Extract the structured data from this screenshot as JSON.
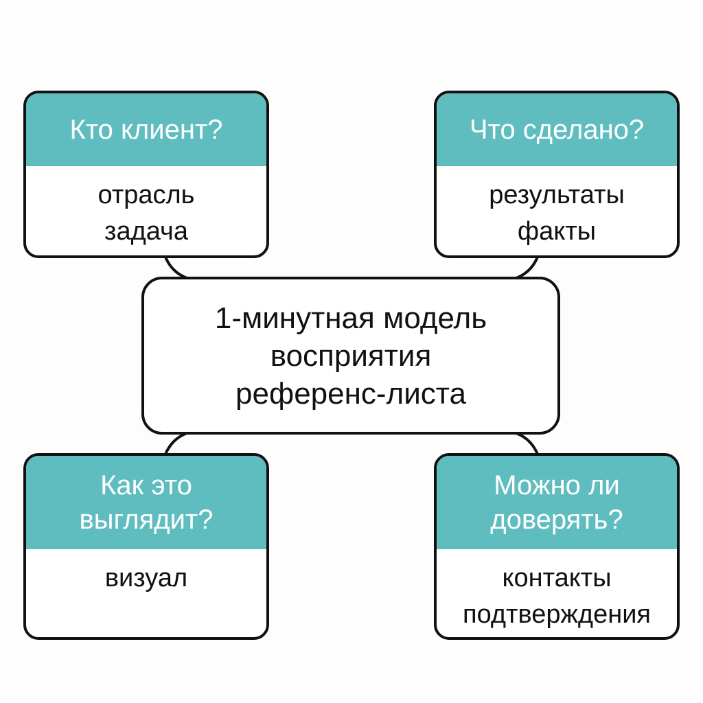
{
  "diagram": {
    "center": {
      "lines": [
        "1-минутная модель",
        "восприятия",
        "референс-листа"
      ]
    },
    "nodes": [
      {
        "id": "top-left",
        "header": [
          "Кто клиент?"
        ],
        "body": [
          "отрасль",
          "задача"
        ]
      },
      {
        "id": "top-right",
        "header": [
          "Что сделано?"
        ],
        "body": [
          "результаты",
          "факты"
        ]
      },
      {
        "id": "bottom-left",
        "header": [
          "Как это",
          "выглядит?"
        ],
        "body": [
          "визуал"
        ]
      },
      {
        "id": "bottom-right",
        "header": [
          "Можно ли",
          "доверять?"
        ],
        "body": [
          "контакты",
          "подтверждения"
        ]
      }
    ],
    "colors": {
      "header_bg": "#5fbdc0",
      "header_text": "#ffffff",
      "border": "#111111",
      "text": "#111111"
    }
  }
}
